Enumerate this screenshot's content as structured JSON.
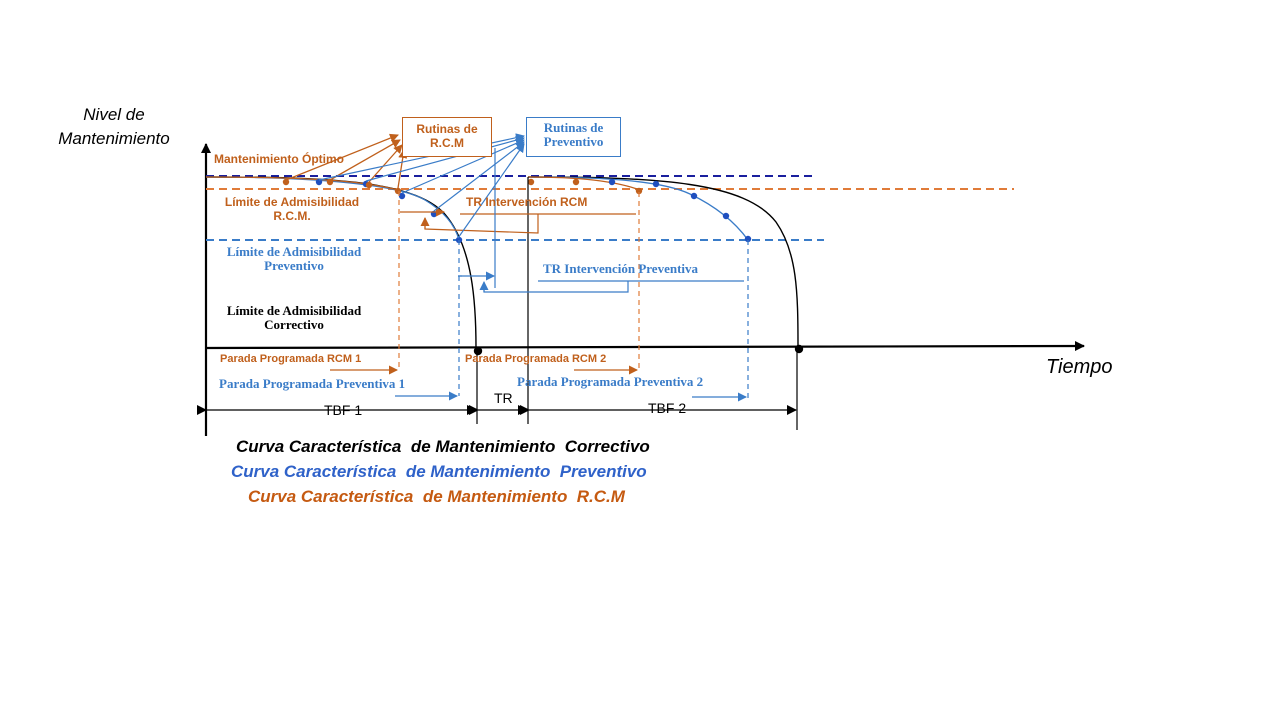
{
  "colors": {
    "black": "#000000",
    "orange": "#c0601c",
    "orange_line": "#e07b39",
    "blue": "#3a7cc8",
    "dark_blue": "#1a1f9e",
    "legend_blue": "#2f62c9",
    "legend_orange": "#c55a11"
  },
  "axes": {
    "y_label": "Nivel de Mantenimiento",
    "x_label": "Tiempo"
  },
  "levels": {
    "optimo": "Mantenimiento Óptimo",
    "rcm_limit": "Límite de Admisibilidad R.C.M.",
    "preventive_limit": "Límite de Admisibilidad Preventivo",
    "corrective_limit": "Límite de Admisibilidad Correctivo"
  },
  "boxes": {
    "rcm_routines": "Rutinas de R.C.M",
    "preventive_routines": "Rutinas de Preventivo"
  },
  "annotations": {
    "tr_rcm": "TR Intervención RCM",
    "tr_preventive": "TR Intervención Preventiva",
    "stop_rcm_1": "Parada Programada RCM 1",
    "stop_rcm_2": "Parada Programada RCM 2",
    "stop_prev_1": "Parada Programada Preventiva 1",
    "stop_prev_2": "Parada Programada Preventiva 2",
    "tbf1": "TBF 1",
    "tr": "TR",
    "tbf2": "TBF 2"
  },
  "legend": {
    "corrective": "Curva Característica  de Mantenimiento  Correctivo",
    "preventive": "Curva Característica  de Mantenimiento  Preventivo",
    "rcm": "Curva Característica  de Mantenimiento  R.C.M"
  }
}
